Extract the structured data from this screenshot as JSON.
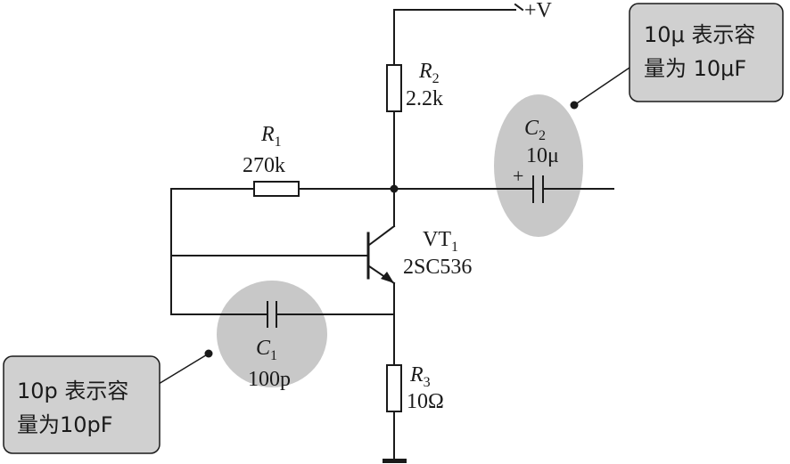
{
  "supply": {
    "label": "+V"
  },
  "r1": {
    "name": "R",
    "sub": "1",
    "value": "270k"
  },
  "r2": {
    "name": "R",
    "sub": "2",
    "value": "2.2k"
  },
  "r3": {
    "name": "R",
    "sub": "3",
    "value": "10Ω"
  },
  "c1": {
    "name": "C",
    "sub": "1",
    "value": "100p"
  },
  "c2": {
    "name": "C",
    "sub": "2",
    "value": "10μ",
    "polarity": "+"
  },
  "vt1": {
    "name": "VT",
    "sub": "1",
    "part": "2SC536"
  },
  "callout_c2": {
    "line1": "10μ 表示容",
    "line2": "量为 10μF"
  },
  "callout_c1": {
    "line1": "10p 表示容",
    "line2": "量为10pF"
  },
  "colors": {
    "highlight": "#c8c8c8",
    "callout_bg": "#d0d0d0",
    "wire": "#1a1a1a"
  }
}
